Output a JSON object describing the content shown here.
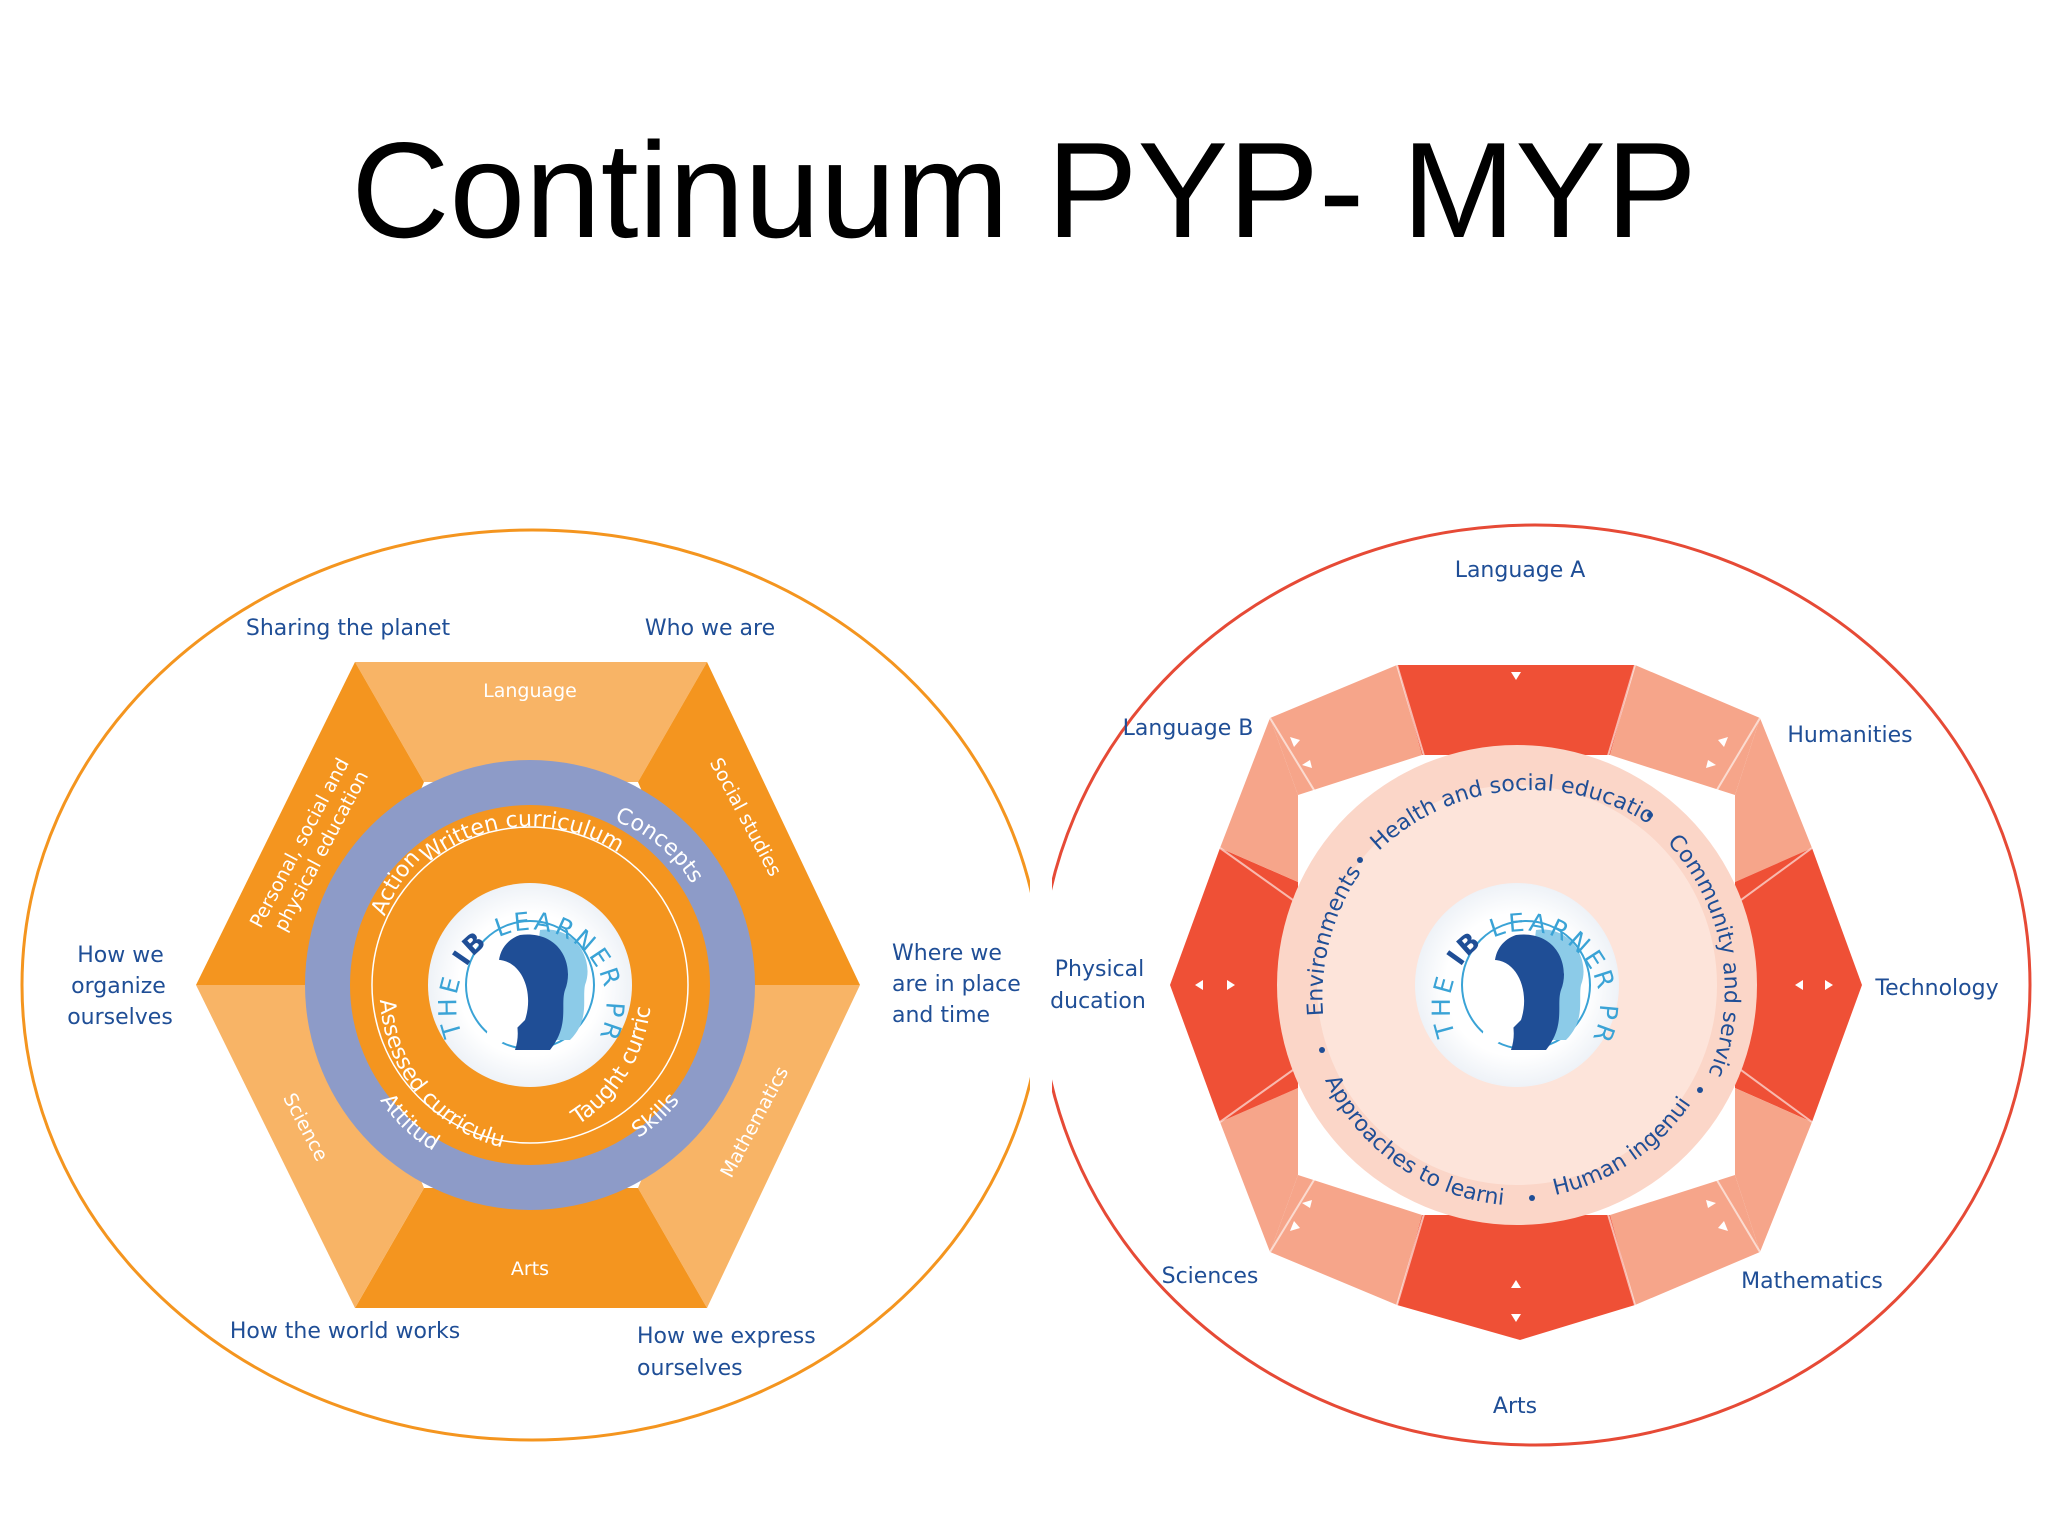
{
  "slide": {
    "title": "Continuum PYP- MYP"
  },
  "colors": {
    "pyp_orange": "#f4951f",
    "pyp_light_orange": "#f8b466",
    "pyp_purple": "#8d9bc8",
    "myp_red": "#ef5036",
    "myp_salmon": "#f6a58a",
    "label_blue": "#1f4e96",
    "logo_blue": "#3aa3d6"
  },
  "pyp": {
    "themes": {
      "sharing": "Sharing the planet",
      "who": "Who we are",
      "where_1": "Where we",
      "where_2": "are in place",
      "where_3": "and time",
      "express_1": "How we express",
      "express_2": "ourselves",
      "world": "How the world works",
      "organize_1": "How we",
      "organize_2": "organize",
      "organize_3": "ourselves"
    },
    "subjects": {
      "language": "Language",
      "social": "Social studies",
      "mathematics": "Mathematics",
      "arts": "Arts",
      "science": "Science",
      "pspe_1": "Personal, social and",
      "pspe_2": "physical education"
    },
    "elements": {
      "action": "Action",
      "concepts": "Concepts",
      "skills": "Skills",
      "attitudes": "Attitudes"
    },
    "curriculum": {
      "written": "Written curriculum",
      "taught": "Taught curriculum",
      "assessed": "Assessed curriculum"
    },
    "logo": {
      "the": "THE",
      "ib": "IB",
      "learner": "LEARNER",
      "profile": "PROFILE"
    }
  },
  "myp": {
    "subjects": {
      "language_a": "Language A",
      "humanities": "Humanities",
      "technology": "Technology",
      "mathematics": "Mathematics",
      "arts": "Arts",
      "sciences": "Sciences",
      "physical_1": "Physical",
      "physical_2": "ducation",
      "language_b": "Language B"
    },
    "areas": {
      "health": "Health and social education",
      "community": "Community and service",
      "human": "Human ingenuity",
      "approaches": "Approaches to learning",
      "environments": "Environments"
    },
    "logo": {
      "the": "THE",
      "ib": "IB",
      "learner": "LEARNER",
      "profile": "PROFILE"
    }
  }
}
